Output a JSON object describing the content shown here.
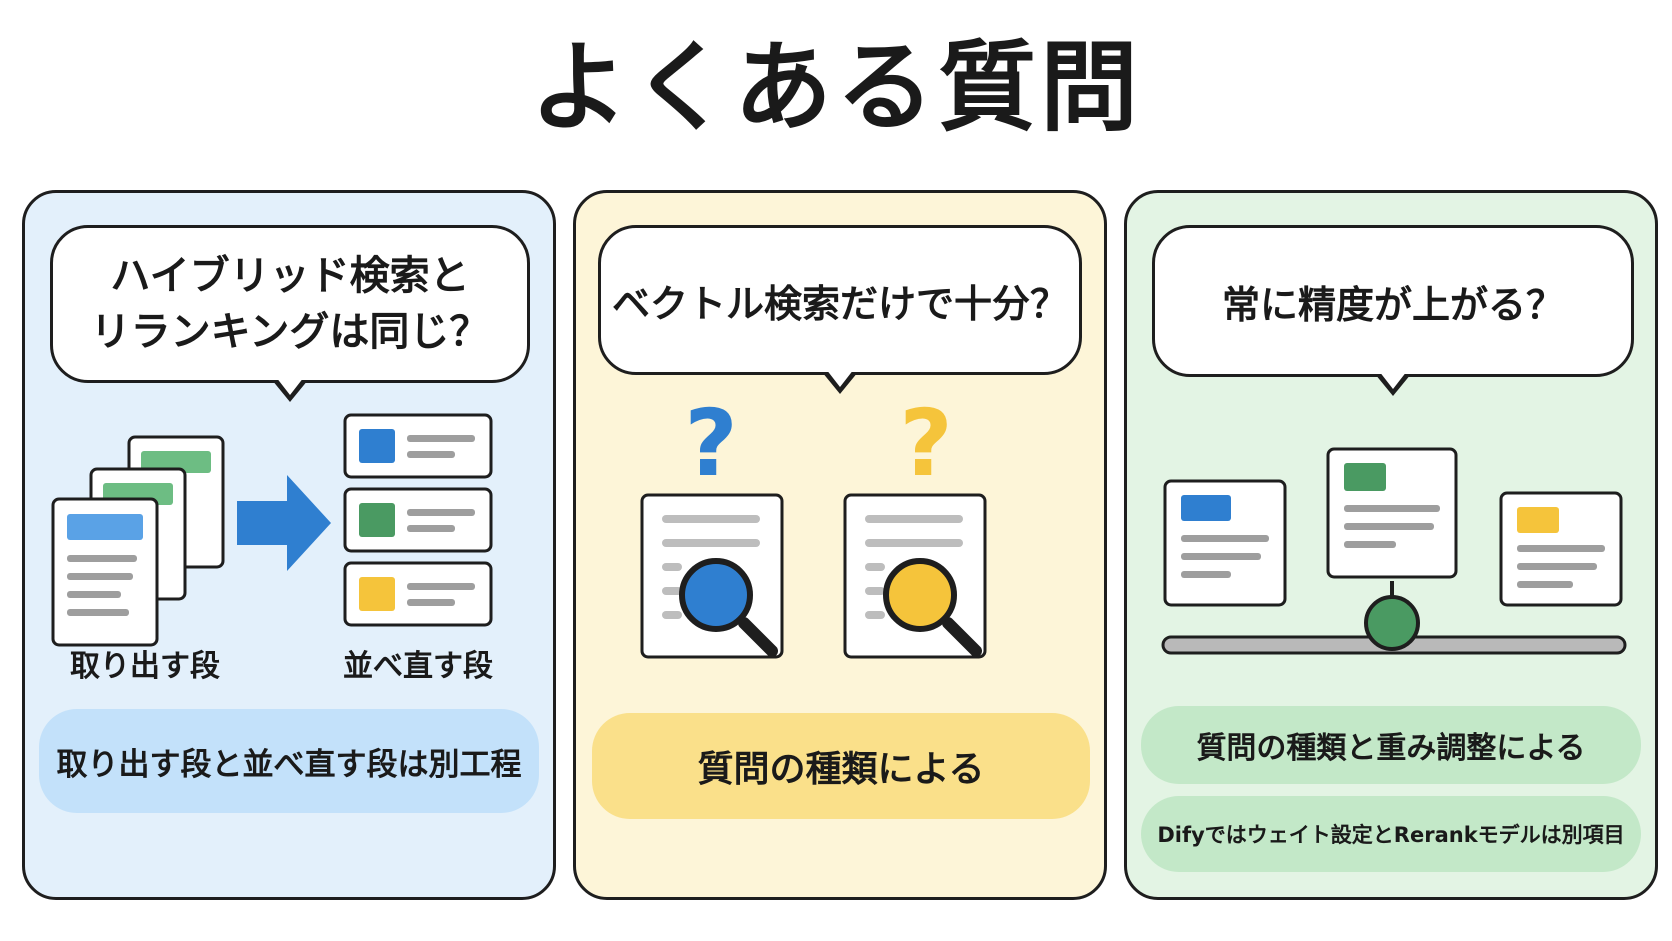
{
  "title": "よくある質問",
  "panels": [
    {
      "question": "ハイブリッド検索とリランキングは同じ？",
      "question_lines": [
        "ハイブリッド検索と",
        "リランキングは同じ？"
      ],
      "left_label": "取り出す段",
      "right_label": "並べ直す段",
      "answer": "取り出す段と並べ直す段は別工程"
    },
    {
      "question": "ベクトル検索だけで十分？",
      "answer": "質問の種類による"
    },
    {
      "question": "常に精度が上がる？",
      "answer": "質問の種類と重み調整による",
      "note": "Difyではウェイト設定とRerankモデルは別項目"
    }
  ],
  "colors": {
    "blue": "#2f7fd0",
    "green": "#4a9a62",
    "yellow": "#f5c43b",
    "panel1_bg": "#e3f0fb",
    "panel2_bg": "#fdf5d8",
    "panel3_bg": "#e3f4e4"
  },
  "icons": [
    "document-stack-icon",
    "arrow-right-icon",
    "ranked-list-icon",
    "question-mark-icon",
    "magnifier-document-icon",
    "slider-icon"
  ]
}
